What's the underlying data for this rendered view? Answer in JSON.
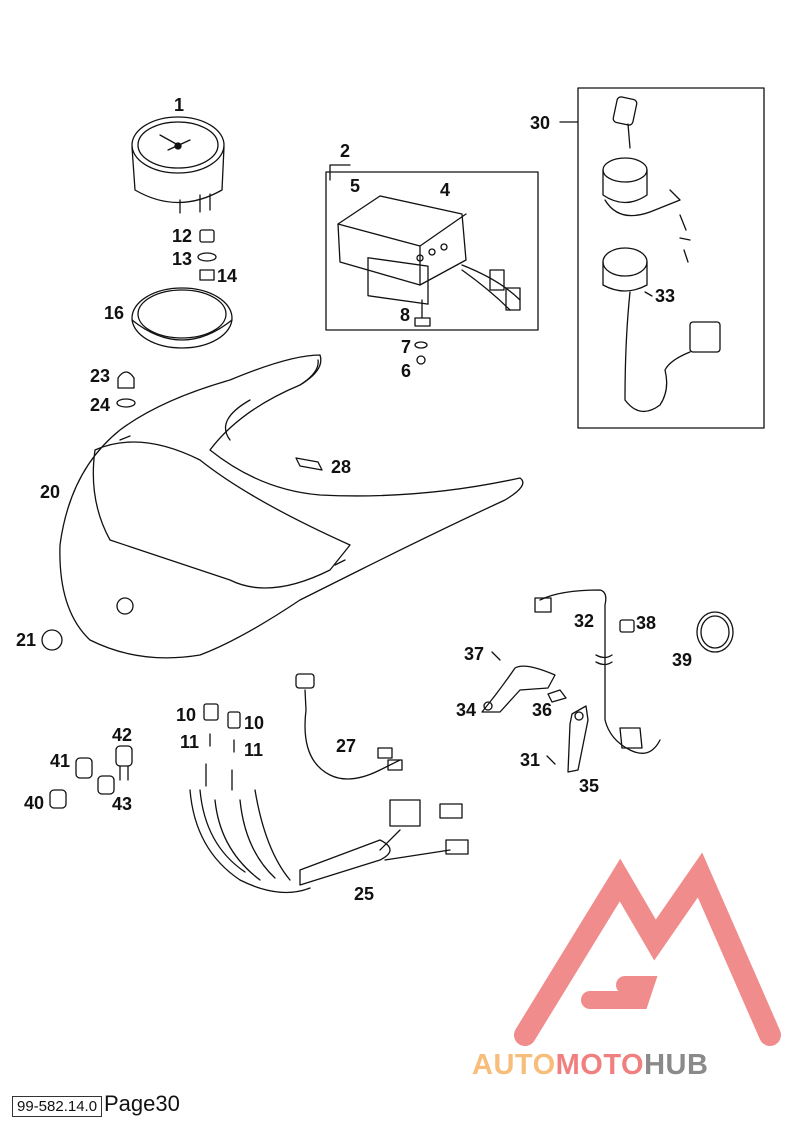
{
  "callouts": [
    {
      "id": "c1",
      "text": "1"
    },
    {
      "id": "c2",
      "text": "2"
    },
    {
      "id": "c4",
      "text": "4"
    },
    {
      "id": "c5",
      "text": "5"
    },
    {
      "id": "c6",
      "text": "6"
    },
    {
      "id": "c7",
      "text": "7"
    },
    {
      "id": "c8",
      "text": "8"
    },
    {
      "id": "c10a",
      "text": "10"
    },
    {
      "id": "c10b",
      "text": "10"
    },
    {
      "id": "c11a",
      "text": "11"
    },
    {
      "id": "c11b",
      "text": "11"
    },
    {
      "id": "c12",
      "text": "12"
    },
    {
      "id": "c13",
      "text": "13"
    },
    {
      "id": "c14",
      "text": "14"
    },
    {
      "id": "c16",
      "text": "16"
    },
    {
      "id": "c20",
      "text": "20"
    },
    {
      "id": "c21",
      "text": "21"
    },
    {
      "id": "c23",
      "text": "23"
    },
    {
      "id": "c24",
      "text": "24"
    },
    {
      "id": "c25",
      "text": "25"
    },
    {
      "id": "c27",
      "text": "27"
    },
    {
      "id": "c28",
      "text": "28"
    },
    {
      "id": "c30",
      "text": "30"
    },
    {
      "id": "c31",
      "text": "31"
    },
    {
      "id": "c32",
      "text": "32"
    },
    {
      "id": "c33",
      "text": "33"
    },
    {
      "id": "c34",
      "text": "34"
    },
    {
      "id": "c35",
      "text": "35"
    },
    {
      "id": "c36",
      "text": "36"
    },
    {
      "id": "c37",
      "text": "37"
    },
    {
      "id": "c38",
      "text": "38"
    },
    {
      "id": "c39",
      "text": "39"
    },
    {
      "id": "c40",
      "text": "40"
    },
    {
      "id": "c41",
      "text": "41"
    },
    {
      "id": "c42",
      "text": "42"
    },
    {
      "id": "c43",
      "text": "43"
    }
  ],
  "footer": {
    "code": "99-582.14.0",
    "page": "Page30"
  },
  "watermark": {
    "part1": "AUTO",
    "part2": "MOTO",
    "part3": "HUB",
    "colors": {
      "auto": "#f6be7a",
      "moto": "#f08080",
      "hub": "#8a8a8a",
      "triangle": "#f08080"
    }
  }
}
